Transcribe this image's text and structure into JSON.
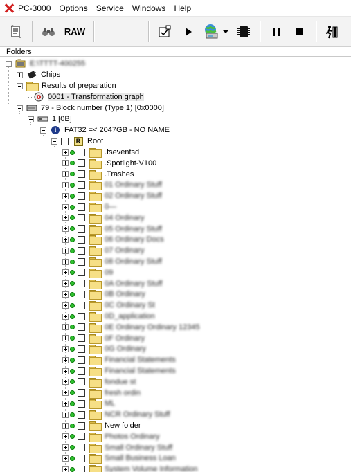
{
  "menubar": {
    "app_title": "PC-3000",
    "items": [
      "Options",
      "Service",
      "Windows",
      "Help"
    ]
  },
  "toolbar": {
    "raw_label": "RAW"
  },
  "panel": {
    "header": "Folders"
  },
  "tree": {
    "drive": "E:\\TTTT-400255",
    "chips": "Chips",
    "results": "Results of preparation",
    "transformation": "0001 - Transformation graph",
    "block_number": "79 - Block number (Type 1) [0x0000]",
    "partition_index": "1 [0B]",
    "fat32": "FAT32 =< 2047GB - NO NAME",
    "root": "Root",
    "folders": [
      ".fseventsd",
      ".Spotlight-V100",
      ".Trashes",
      "01 Ordinary Stuff",
      "02 Ordinary Stuff",
      "0—",
      "04 Ordinary",
      "05 Ordinary Stuff",
      "06 Ordinary Docs",
      "07 Ordinary",
      "08 Ordinary Stuff",
      "09",
      "0A Ordinary Stuff",
      "0B Ordinary",
      "0C Ordinary St",
      "0D_application",
      "0E Ordinary Ordinary 12345",
      "0F Ordinary",
      "0G Ordinary",
      "Financial Statements",
      "Financial Statements",
      "fondue st",
      "fresh ordin",
      "ML",
      "NCR Ordinary Stuff",
      "New folder",
      "Photos Ordinary",
      "Small Ordinary Stuff",
      "Small Business Loan",
      "System Volume Information"
    ],
    "folder_blurred": [
      false,
      false,
      false,
      true,
      true,
      true,
      true,
      true,
      true,
      true,
      true,
      true,
      true,
      true,
      true,
      true,
      true,
      true,
      true,
      true,
      true,
      true,
      true,
      true,
      true,
      false,
      true,
      true,
      true,
      true
    ]
  }
}
